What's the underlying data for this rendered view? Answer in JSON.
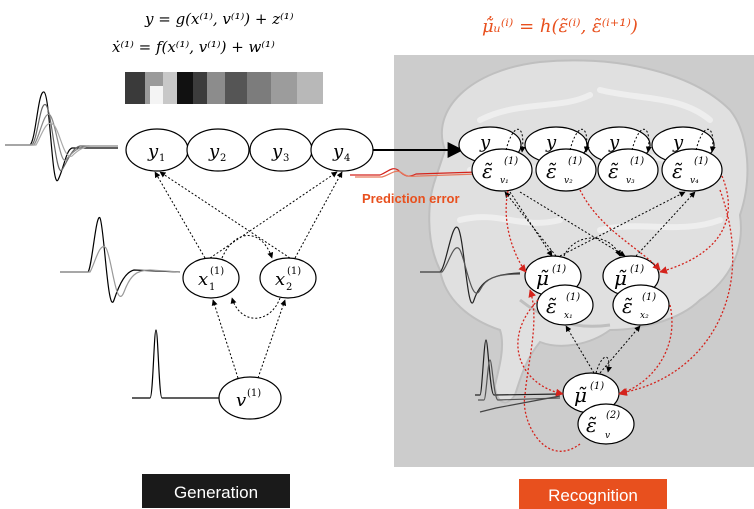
{
  "equations": {
    "observation": "y = g(x⁽¹⁾, v⁽¹⁾) + z⁽¹⁾",
    "state": "ẋ⁽¹⁾ = f(x⁽¹⁾, v⁽¹⁾) + w⁽¹⁾",
    "update": "μ̃̇ᵤ⁽ⁱ⁾ = h(ε̃⁽ⁱ⁾, ε̃⁽ⁱ⁺¹⁾)"
  },
  "generation": {
    "y_nodes": [
      "y",
      "y",
      "y",
      "y"
    ],
    "y_subs": [
      "1",
      "2",
      "3",
      "4"
    ],
    "x_nodes": [
      "x",
      "x"
    ],
    "x_subs": [
      "1",
      "2"
    ],
    "x_sup": "(1)",
    "v_node": "v",
    "v_sup": "(1)"
  },
  "recognition": {
    "y_top": [
      "y",
      "y",
      "y",
      "y"
    ],
    "eps_v_label": "ε̃",
    "eps_sup": "(1)",
    "eps_v_subs": [
      "v₁",
      "v₂",
      "v₃",
      "v₄"
    ],
    "mu_label": "μ̃",
    "mu_sup": "(1)",
    "eps_x_subs": [
      "x₁",
      "x₂"
    ],
    "top_mu_sup": "(1)",
    "eps_v2_sup": "(2)",
    "eps_v2_sub": "v"
  },
  "prediction_error": "Prediction error",
  "labels": {
    "generation": "Generation",
    "recognition": "Recognition"
  },
  "colors": {
    "accent": "#e8501e",
    "dark_label_bg": "#1a1a1a",
    "panel_bg": "#cccccc",
    "error_arrow": "#d4231c"
  }
}
